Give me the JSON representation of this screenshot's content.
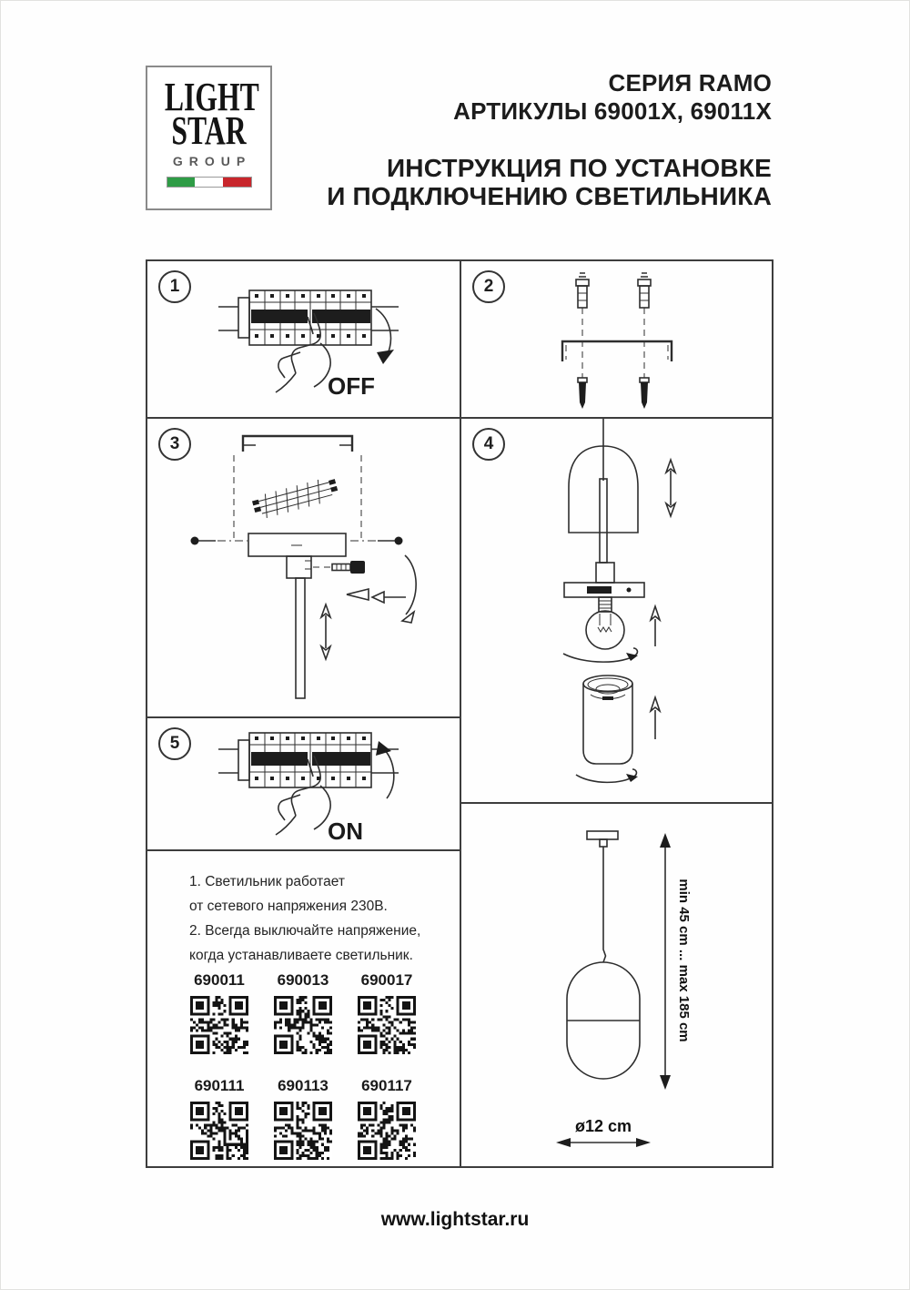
{
  "header": {
    "logo": {
      "word1": "LIGHT",
      "word2": "STAR",
      "word3": "GROUP"
    },
    "series": "СЕРИЯ RAMO",
    "articles": "АРТИКУЛЫ 69001X, 69011X",
    "instruction1": "ИНСТРУКЦИЯ ПО УСТАНОВКЕ",
    "instruction2": "И ПОДКЛЮЧЕНИЮ СВЕТИЛЬНИКА"
  },
  "steps": {
    "one": "1",
    "two": "2",
    "three": "3",
    "four": "4",
    "five": "5"
  },
  "switch_labels": {
    "off": "OFF",
    "on": "ON"
  },
  "notes": {
    "l1": "1. Светильник работает",
    "l2": "от сетевого напряжения 230В.",
    "l3": "2. Всегда выключайте напряжение,",
    "l4": "когда устанавливаете светильник."
  },
  "qr": {
    "items": [
      {
        "label": "690011"
      },
      {
        "label": "690013"
      },
      {
        "label": "690017"
      },
      {
        "label": "690111"
      },
      {
        "label": "690113"
      },
      {
        "label": "690117"
      }
    ]
  },
  "dimensions": {
    "height_range": "min 45 cm ... max 185 cm",
    "diameter": "ø12 cm"
  },
  "footer": {
    "website": "www.lightstar.ru"
  },
  "colors": {
    "ink": "#1f1f1f",
    "flag_green": "#2e9c46",
    "flag_white": "#ffffff",
    "flag_red": "#c8262c"
  }
}
